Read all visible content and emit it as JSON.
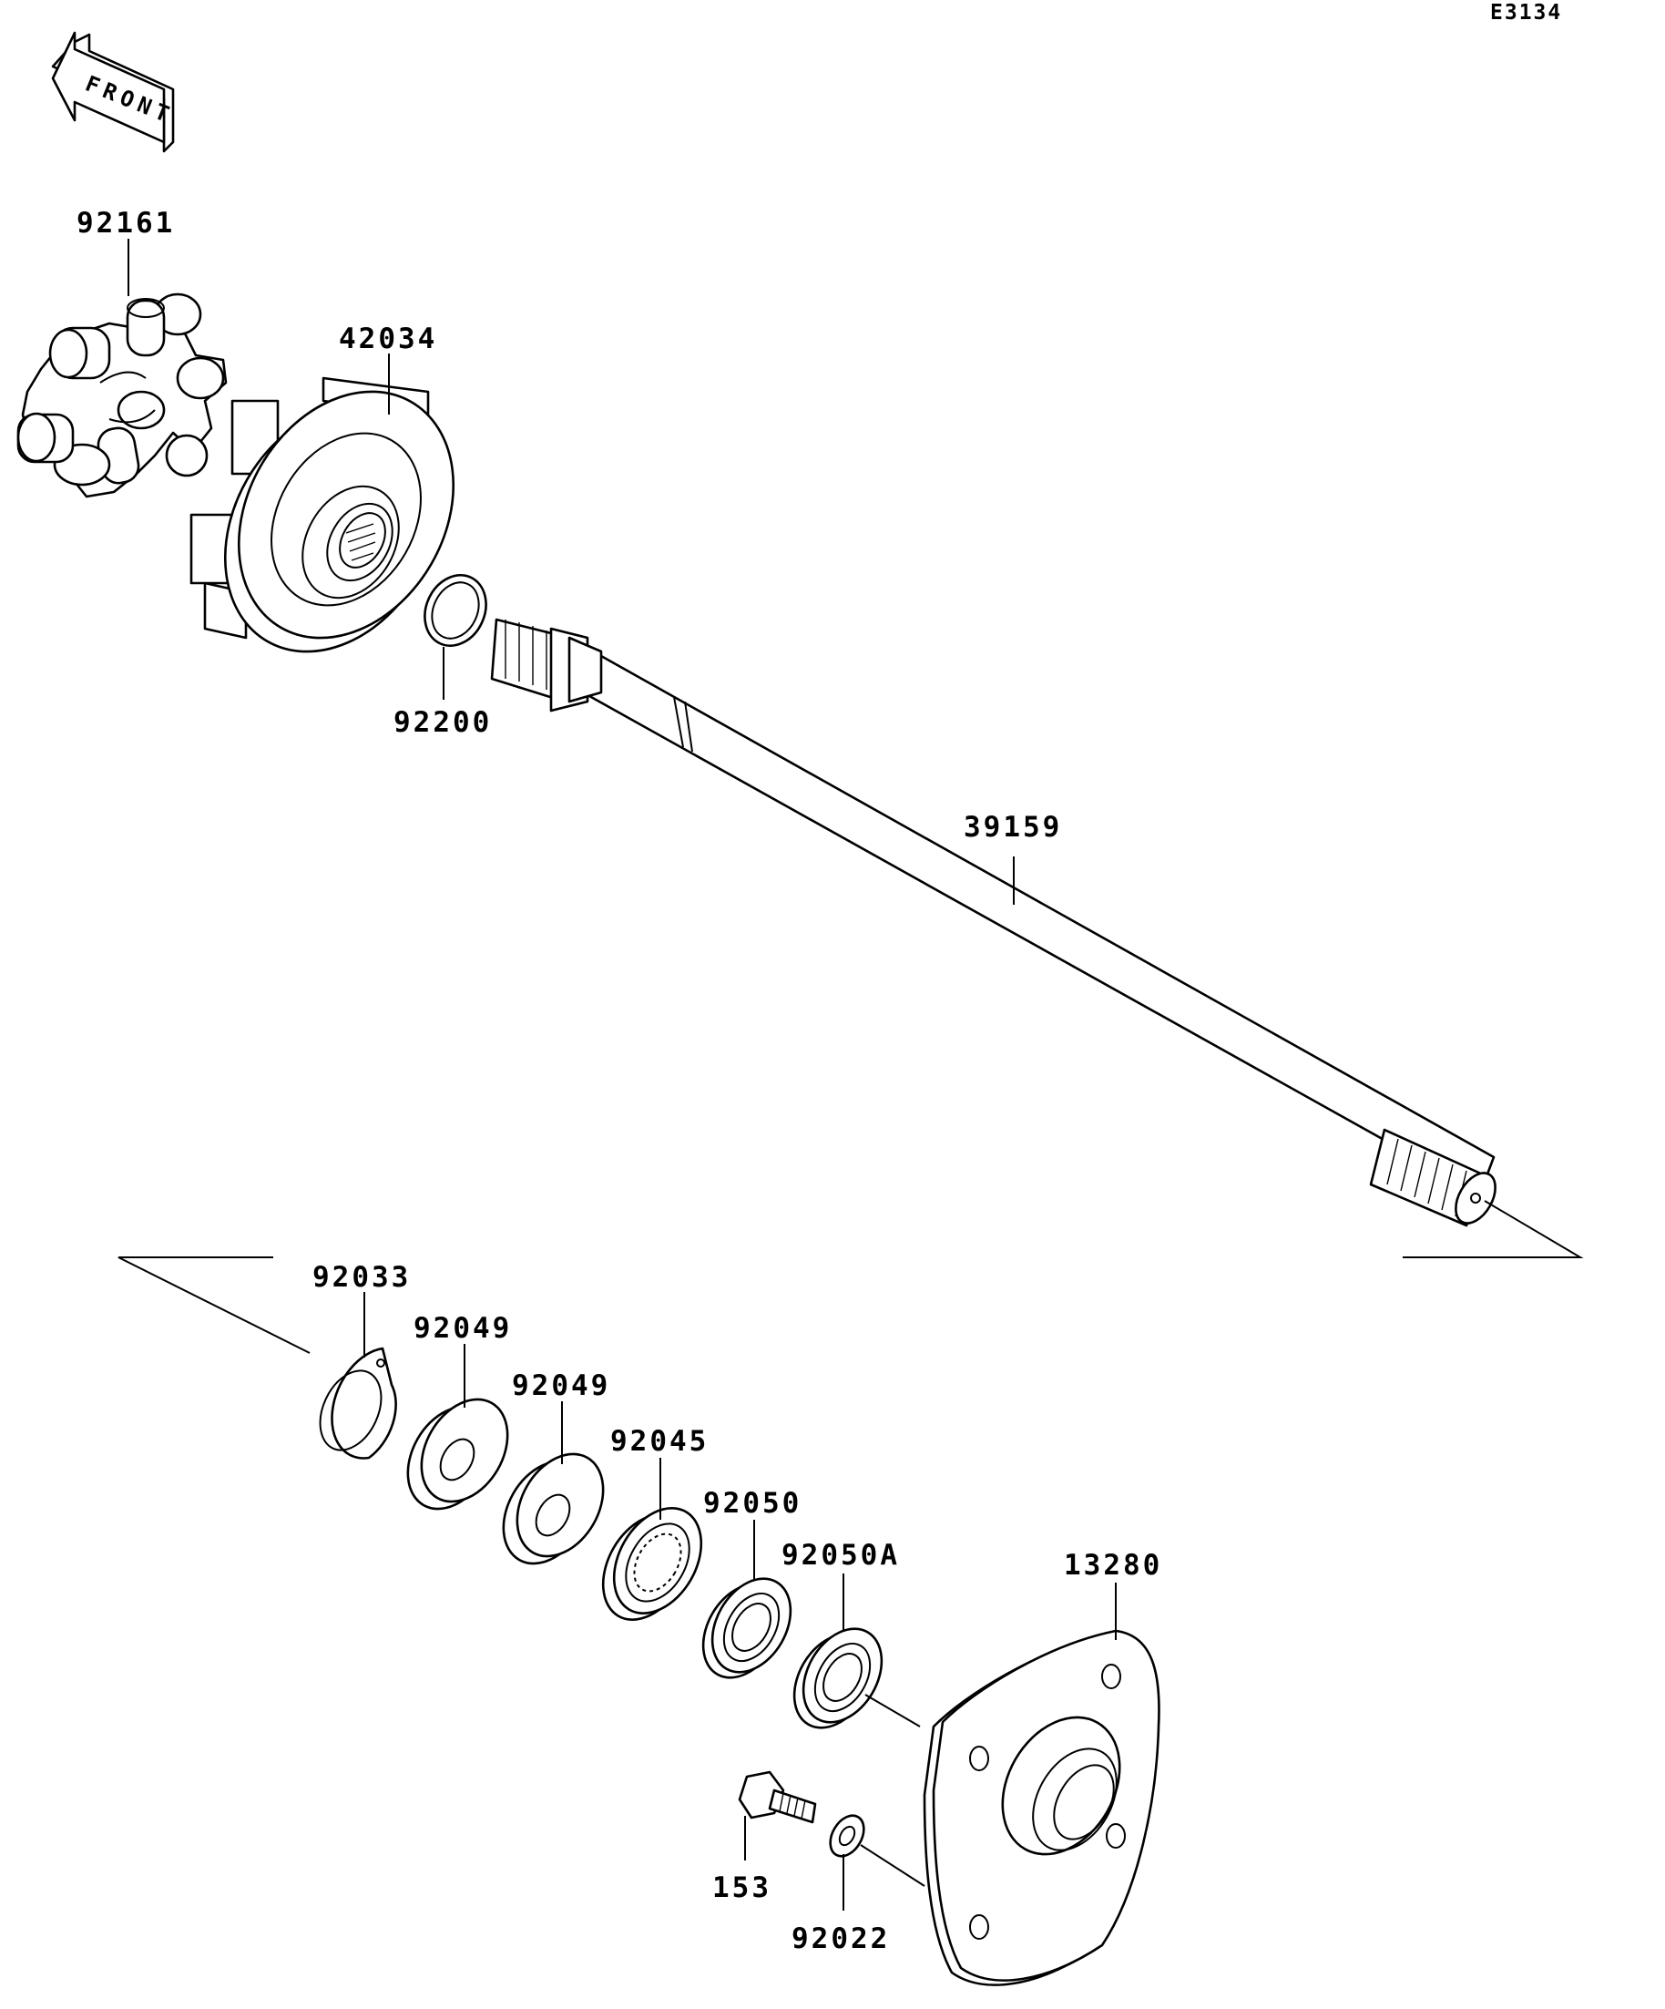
{
  "diagram": {
    "reference_code": "E3134",
    "front_label": "FRONT",
    "parts": [
      {
        "id": "p92161",
        "number": "92161"
      },
      {
        "id": "p42034",
        "number": "42034"
      },
      {
        "id": "p92200",
        "number": "92200"
      },
      {
        "id": "p39159",
        "number": "39159"
      },
      {
        "id": "p92033",
        "number": "92033"
      },
      {
        "id": "p92049a",
        "number": "92049"
      },
      {
        "id": "p92049b",
        "number": "92049"
      },
      {
        "id": "p92045",
        "number": "92045"
      },
      {
        "id": "p92050",
        "number": "92050"
      },
      {
        "id": "p92050A",
        "number": "92050A"
      },
      {
        "id": "p13280",
        "number": "13280"
      },
      {
        "id": "p153",
        "number": "153"
      },
      {
        "id": "p92022",
        "number": "92022"
      }
    ]
  }
}
